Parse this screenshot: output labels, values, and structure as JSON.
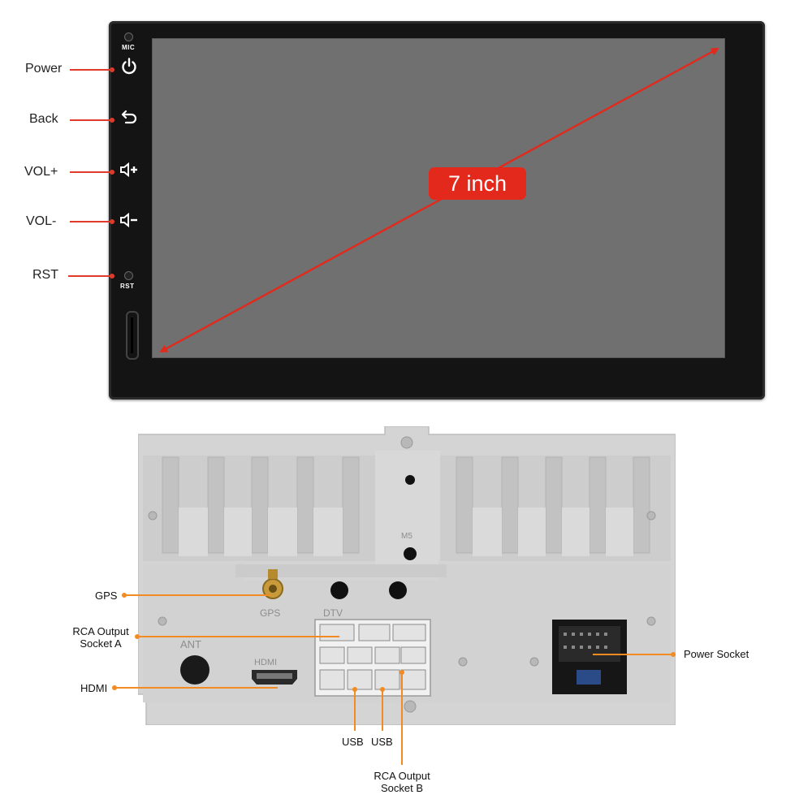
{
  "front": {
    "mic_label": "MIC",
    "rst_small_label": "RST",
    "screen_size": "7 inch",
    "buttons": [
      {
        "label": "Power",
        "icon": "power-icon"
      },
      {
        "label": "Back",
        "icon": "back-arrow-icon"
      },
      {
        "label": "VOL+",
        "icon": "volume-up-icon"
      },
      {
        "label": "VOL-",
        "icon": "volume-down-icon"
      },
      {
        "label": "RST",
        "icon": "reset-hole"
      }
    ]
  },
  "rear": {
    "panel_text": {
      "gps": "GPS",
      "dtv": "DTV",
      "ant": "ANT",
      "hdmi": "HDMI",
      "m5": "M5"
    },
    "callouts": {
      "gps": "GPS",
      "rca_a": [
        "RCA Output",
        "Socket A"
      ],
      "hdmi": "HDMI",
      "usb_1": "USB",
      "usb_2": "USB",
      "rca_b": [
        "RCA Output",
        "Socket B"
      ],
      "power": "Power Socket"
    }
  },
  "colors": {
    "front_lead": "#e03a2a",
    "rear_lead": "#f28b22",
    "badge": "#e3291c",
    "screen": "#707070",
    "bezel": "#141414",
    "chassis": "#d2d2d2"
  }
}
